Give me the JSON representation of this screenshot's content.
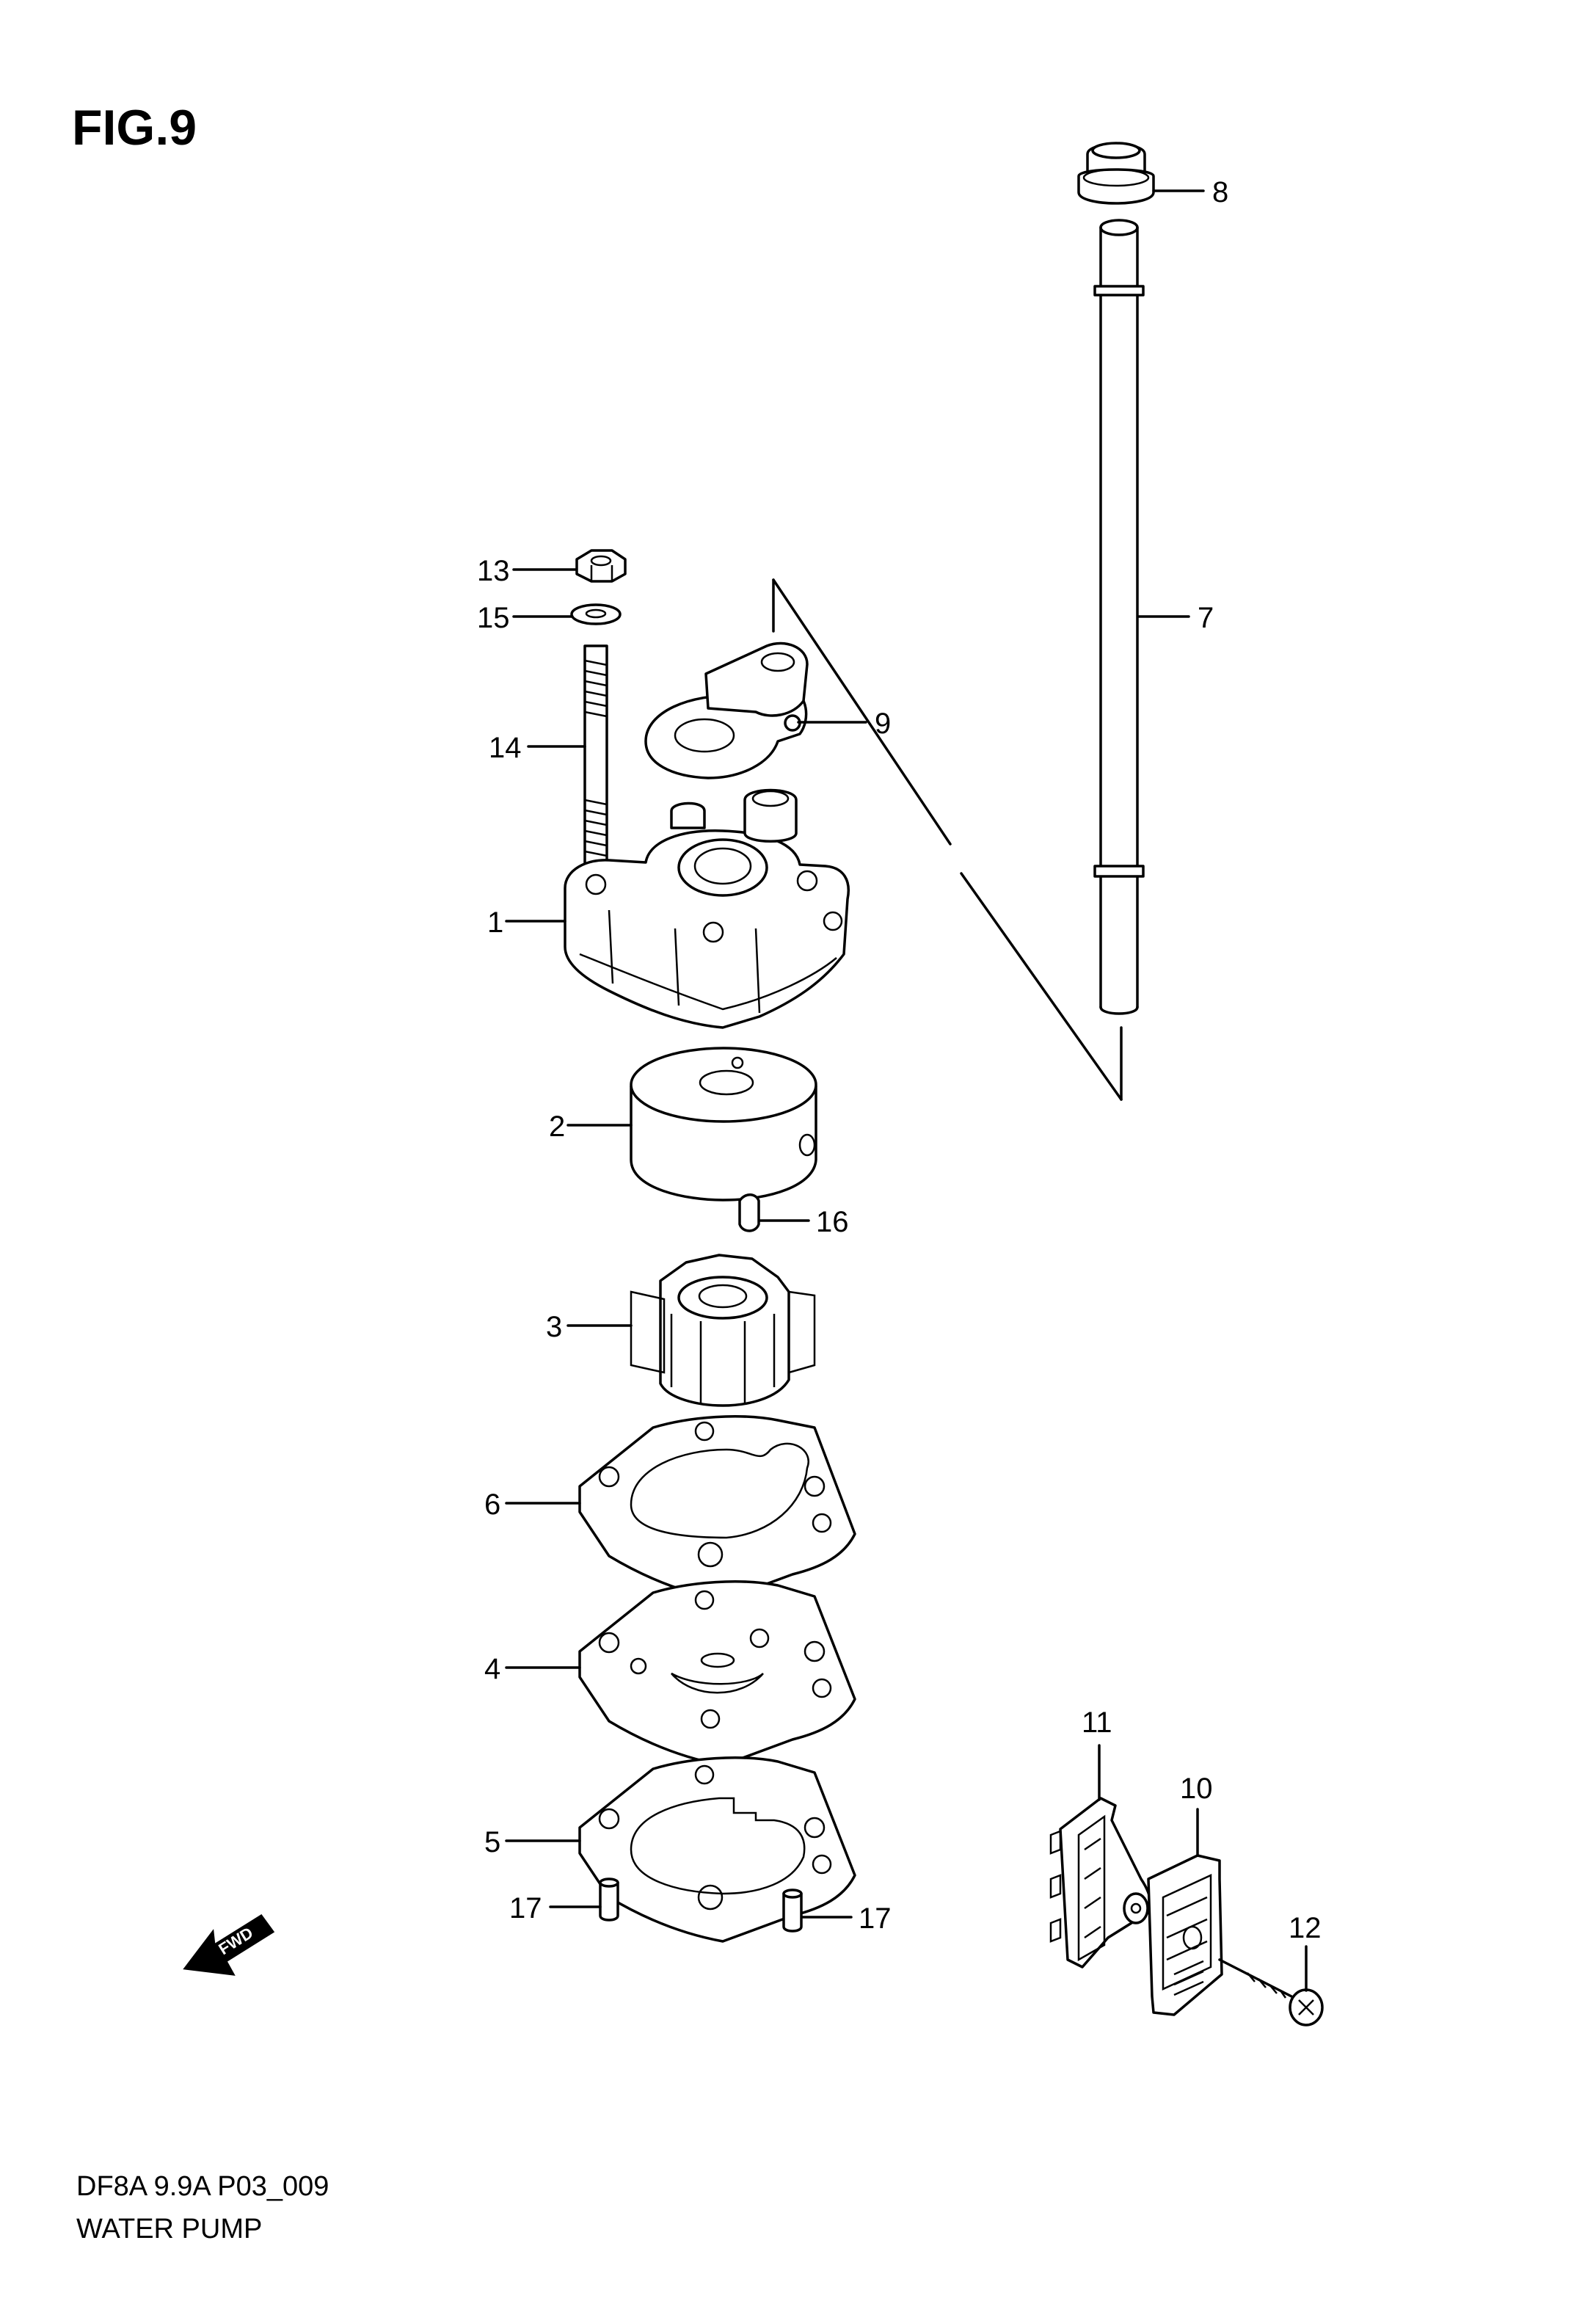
{
  "figure": {
    "title": "FIG.9"
  },
  "footer": {
    "code": "DF8A 9.9A P03_009",
    "name": "WATER PUMP"
  },
  "fwd_arrow": {
    "label": "FWD"
  },
  "callouts": {
    "c1": "1",
    "c2": "2",
    "c3": "3",
    "c4": "4",
    "c5": "5",
    "c6": "6",
    "c7": "7",
    "c8": "8",
    "c9": "9",
    "c10": "10",
    "c11": "11",
    "c12": "12",
    "c13": "13",
    "c14": "14",
    "c15": "15",
    "c16": "16",
    "c17a": "17",
    "c17b": "17"
  }
}
